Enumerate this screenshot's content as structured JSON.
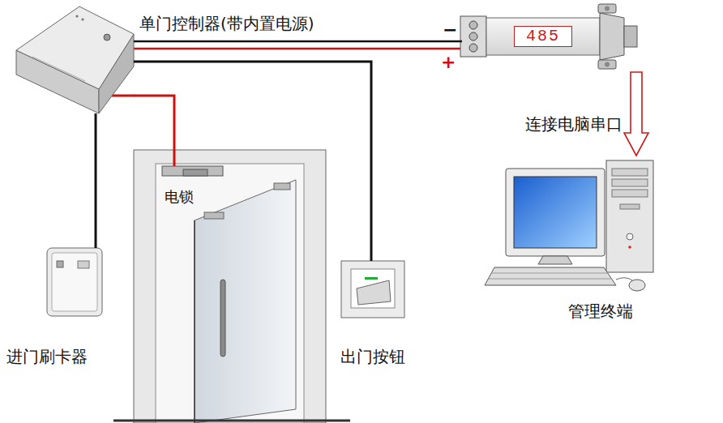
{
  "diagram": {
    "nodes": [
      {
        "text": [
          "单门控制器(带内置电源)"
        ]
      },
      {
        "text": [
          "485"
        ]
      },
      {
        "text": [
          "管理终端"
        ]
      },
      {
        "text": [
          "电锁"
        ]
      },
      {
        "text": [
          "进门刷卡器"
        ]
      },
      {
        "text": [
          "出门按钮"
        ]
      }
    ],
    "edges": [
      {
        "from": 0,
        "to": 1,
        "arrow": "none"
      },
      {
        "from": 1,
        "to": 2,
        "label": "连接电脑串口",
        "arrow": "to"
      },
      {
        "from": 0,
        "to": 3,
        "arrow": "none"
      },
      {
        "from": 0,
        "to": 4,
        "arrow": "none"
      },
      {
        "from": 0,
        "to": 5,
        "arrow": "none"
      }
    ],
    "labels": [
      "−",
      "+"
    ]
  }
}
